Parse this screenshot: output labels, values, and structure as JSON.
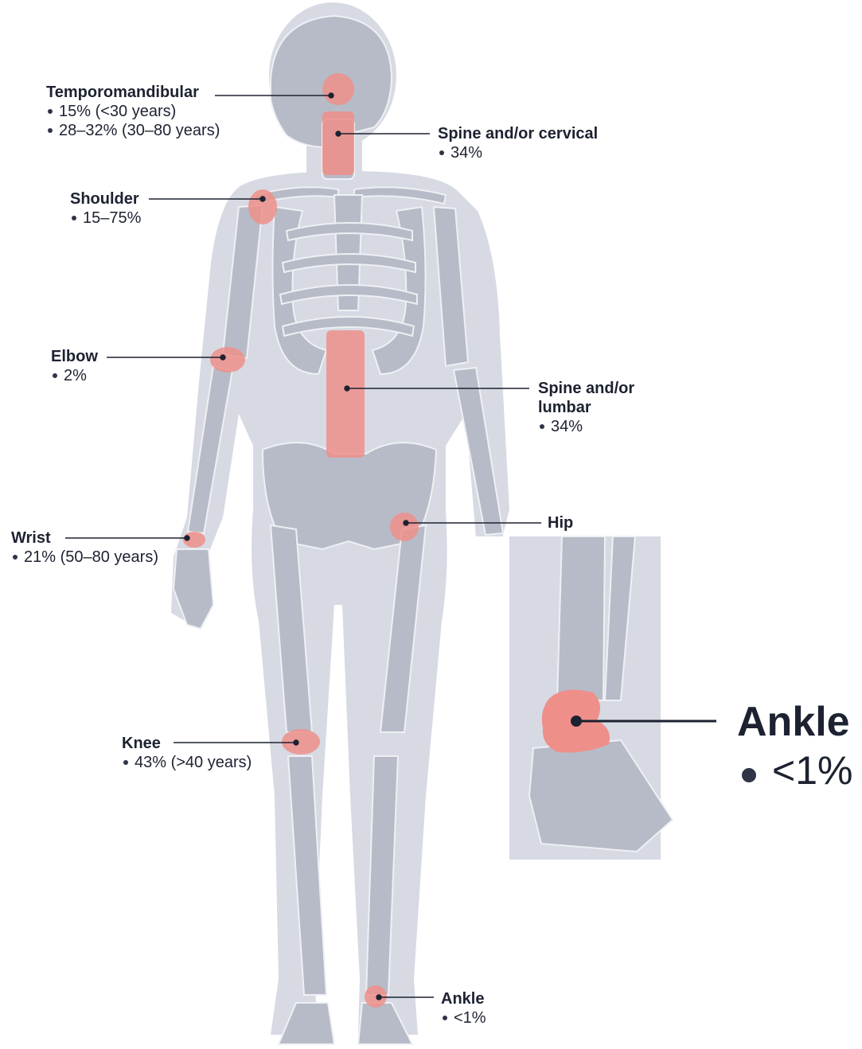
{
  "colors": {
    "body_silhouette": "#d7dae3",
    "bone": "#b7bbc7",
    "bone_outline": "#eef0f4",
    "highlight": "#ef8f8a",
    "leader_line": "#1d2231"
  },
  "joints": [
    {
      "id": "temporomandibular",
      "name": "Temporomandibular",
      "values": [
        "15% (<30 years)",
        "28–32% (30–80 years)"
      ]
    },
    {
      "id": "cervical",
      "name": "Spine and/or cervical",
      "values": [
        "34%"
      ]
    },
    {
      "id": "shoulder",
      "name": "Shoulder",
      "values": [
        "15–75%"
      ]
    },
    {
      "id": "elbow",
      "name": "Elbow",
      "values": [
        "2%"
      ]
    },
    {
      "id": "lumbar",
      "name_lines": [
        "Spine and/or",
        "lumbar"
      ],
      "values": [
        "34%"
      ]
    },
    {
      "id": "hip",
      "name": "Hip",
      "values": []
    },
    {
      "id": "wrist",
      "name": "Wrist",
      "values": [
        "21% (50–80 years)"
      ]
    },
    {
      "id": "knee",
      "name": "Knee",
      "values": [
        "43% (>40 years)"
      ]
    },
    {
      "id": "ankle",
      "name": "Ankle",
      "values": [
        "<1%"
      ]
    }
  ],
  "inset": {
    "name": "Ankle",
    "value": "<1%"
  }
}
